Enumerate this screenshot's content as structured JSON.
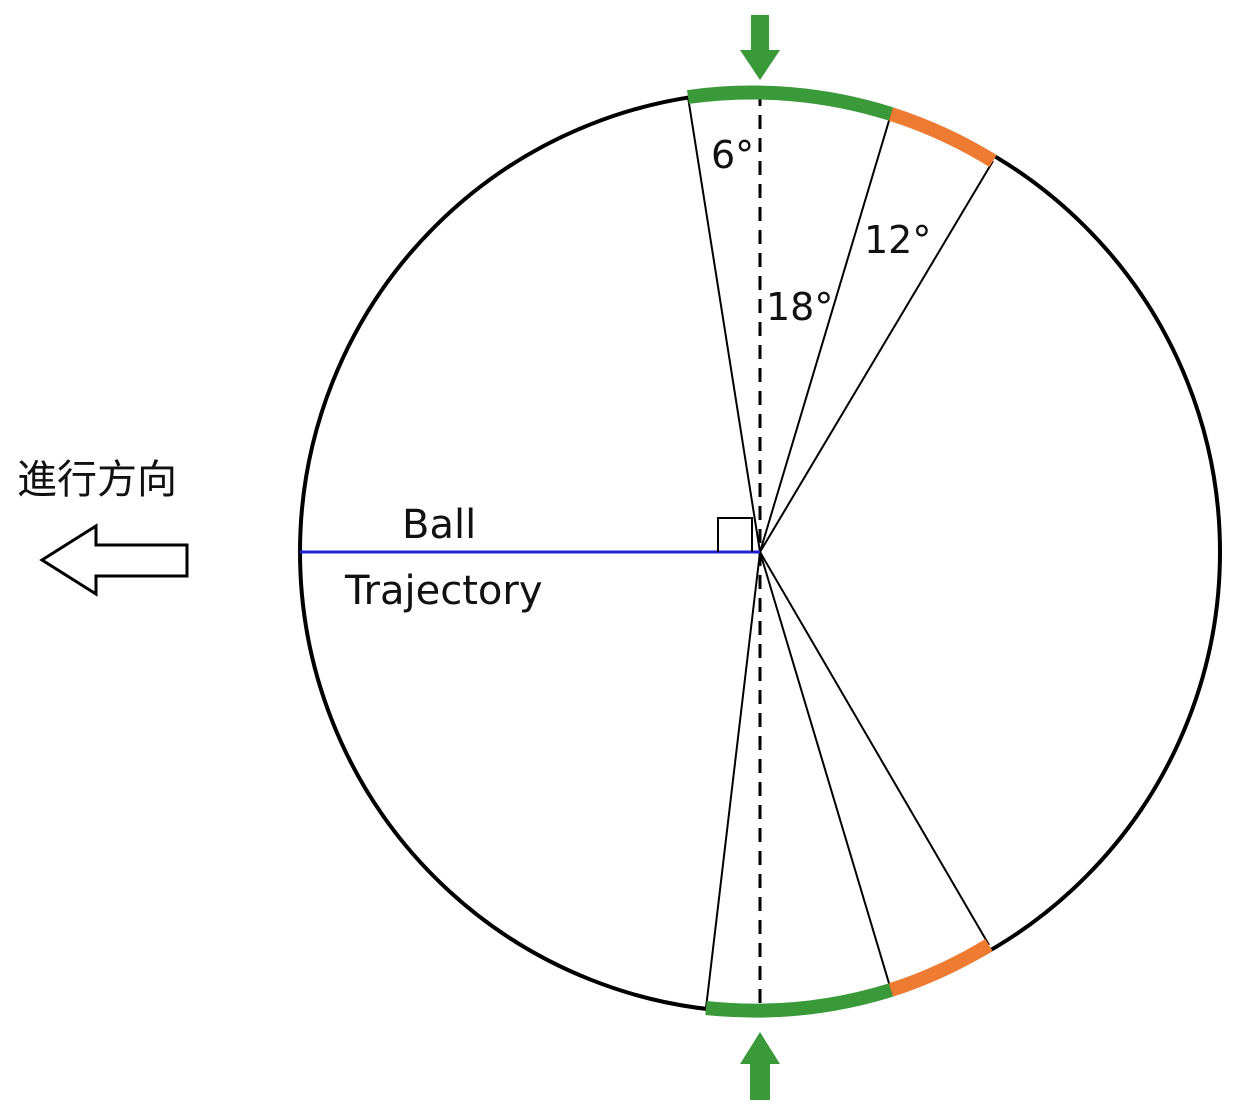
{
  "direction_label": "進行方向",
  "trajectory_label": {
    "line1": "Ball",
    "line2": "Trajectory"
  },
  "angles": {
    "small": "6°",
    "large": "18°",
    "difference": "12°"
  },
  "colors": {
    "circle": "#000000",
    "trajectory": "#1f1fd6",
    "green_band": "#3a9a3a",
    "orange_band": "#ee7b32",
    "arrow_outline": "#000000"
  },
  "icons": {
    "direction_arrow": "hollow-left-arrow-icon",
    "top_marker": "green-down-arrow-icon",
    "bottom_marker": "green-up-arrow-icon",
    "right_angle": "right-angle-marker"
  }
}
